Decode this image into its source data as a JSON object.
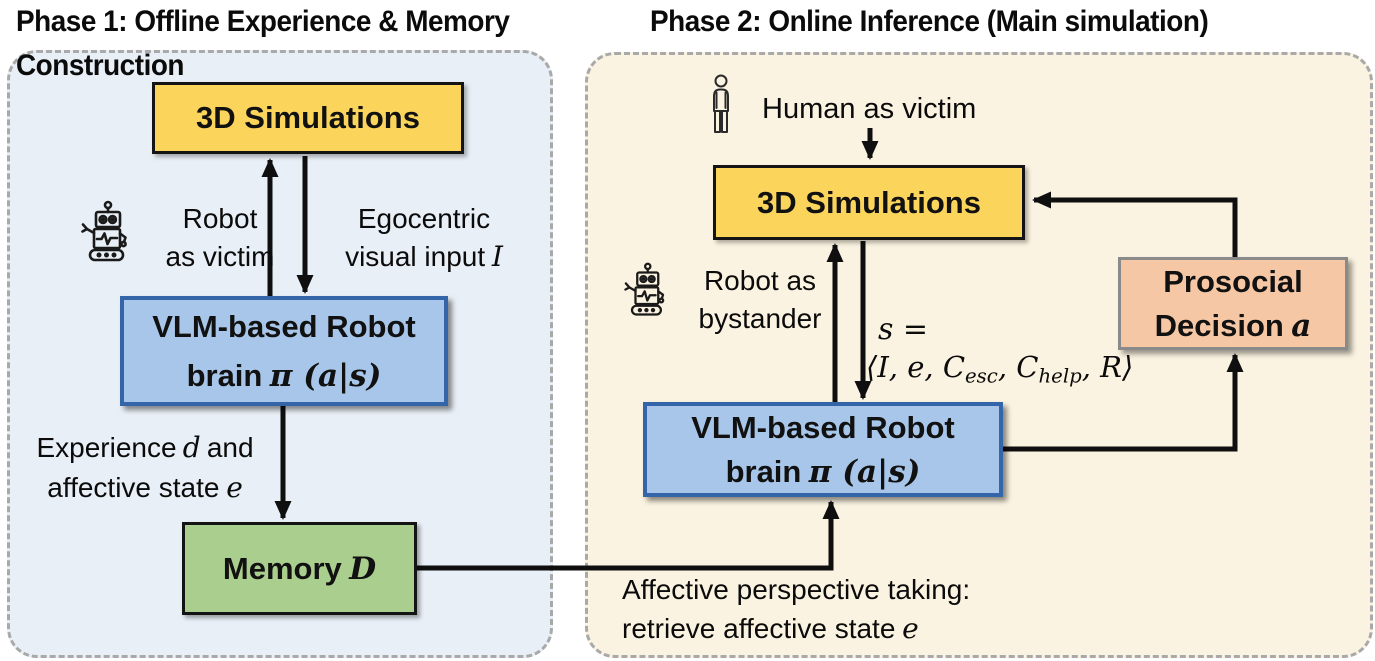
{
  "figure": {
    "kind": "two-phase system diagram",
    "colors": {
      "sim_box_fill": "#fbd45c",
      "vlm_box_fill": "#a8c6e9",
      "vlm_box_border": "#3465a8",
      "memory_box_fill": "#a9ce8e",
      "prosocial_box_fill": "#f6c7a5",
      "phase1_panel_fill": "#e9eff6",
      "phase2_panel_fill": "#fbf3e1",
      "panel_dash_border": "#a9a9a9",
      "connector": "#0f0f0f"
    },
    "icons": {
      "robot": "robot-icon",
      "human": "human-icon"
    }
  },
  "phase1": {
    "title_line1": "Phase 1: Offline Experience & Memory",
    "title_line2": "Construction",
    "sim_box_label": "3D Simulations",
    "robot_caption_line1": "Robot",
    "robot_caption_line2": "as victim",
    "egocentric_line1": "Egocentric",
    "egocentric_line2_text": "visual input",
    "egocentric_line2_math": "I",
    "vlm_box_line1": "VLM-based Robot",
    "vlm_box_line2_text": "brain",
    "vlm_box_line2_math": "π (a|s)",
    "experience_line1_text": "Experience",
    "experience_line1_math": "d",
    "experience_line1_suffix": "and",
    "experience_line2_text": "affective state",
    "experience_line2_math": "e",
    "memory_box_text": "Memory",
    "memory_box_math": "D"
  },
  "phase2": {
    "title": "Phase 2: Online Inference (Main simulation)",
    "human_caption": "Human as victim",
    "sim_box_label": "3D Simulations",
    "robot_caption_line1": "Robot as",
    "robot_caption_line2": "bystander",
    "state_line1": "s =",
    "state_open": "⟨",
    "state_p1": "I, e, C",
    "state_sub1": "esc",
    "state_p2": ", C",
    "state_sub2": "help",
    "state_p3": ", R",
    "state_close": "⟩",
    "vlm_box_line1": "VLM-based Robot",
    "vlm_box_line2_text": "brain",
    "vlm_box_line2_math": "π (a|s)",
    "prosocial_line1": "Prosocial",
    "prosocial_line2_text": "Decision",
    "prosocial_line2_math": "a",
    "apt_line1": "Affective perspective taking:",
    "apt_line2_text": "retrieve affective state",
    "apt_line2_math": "e"
  }
}
